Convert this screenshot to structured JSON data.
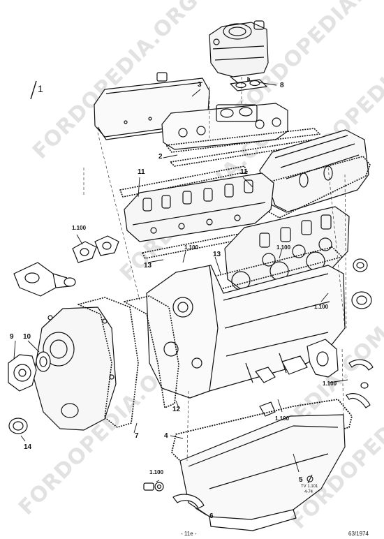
{
  "watermark": "FORDOPEDIA.ORG",
  "watermark_alt": "FORDOPEDIA.COM",
  "group_mark": "1",
  "callouts": {
    "c2": "2",
    "c3": "3",
    "c4": "4",
    "c5": "5",
    "c6": "6",
    "c7": "7",
    "c8": "8",
    "c8a": "a",
    "c9": "9",
    "c10": "10",
    "c11a": "11",
    "c11b": "11",
    "c12": "12",
    "c13a": "13",
    "c13b": "13",
    "c14": "14",
    "r1": "1.100",
    "r2": "1.100",
    "r3": "1.100",
    "r4": "1.100",
    "r5": "1.100",
    "r6": "1.100",
    "r7": "1.100"
  },
  "stamp": {
    "line1": "TV 1.101",
    "line2": "4-74"
  },
  "footer": {
    "page_number": "- 11e -",
    "ref": "63/1974"
  }
}
